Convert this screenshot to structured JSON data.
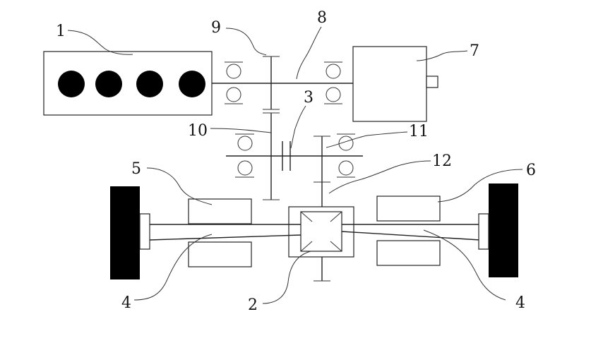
{
  "diagram": {
    "labels": {
      "engine": "1",
      "differential": "2",
      "clutch": "3",
      "axle_left": "4",
      "axle_right": "4",
      "motor_left": "5",
      "motor_right": "6",
      "generator": "7",
      "input_shaft": "8",
      "gear_input": "9",
      "intermediate_shaft": "10",
      "bearing_output": "11",
      "output_shaft": "12"
    },
    "colors": {
      "line": "#222222",
      "wheel": "#000000",
      "cylinder": "#000000",
      "background": "#ffffff"
    }
  }
}
